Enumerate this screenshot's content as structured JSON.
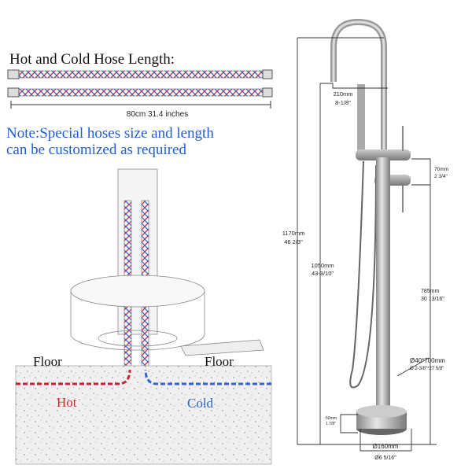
{
  "hose": {
    "title": "Hot and Cold Hose Length:",
    "length_label": "80cm  31.4 inches",
    "note_line1": "Note:Special hoses size and length",
    "note_line2": "can be customized as required"
  },
  "install": {
    "floor_left": "Floor",
    "floor_right": "Floor",
    "hot": "Hot",
    "cold": "Cold"
  },
  "faucet": {
    "total_height_mm": "1170mm",
    "total_height_in": "46 2/3\"",
    "spout_height_mm": "1050mm",
    "spout_height_in": "43-3/10\"",
    "spout_reach_mm": "210mm",
    "spout_reach_in": "8-1/8\"",
    "handle_spacing_mm": "70mm",
    "handle_spacing_in": "2 3/4\"",
    "handle_height_mm": "785mm",
    "handle_height_in": "30 13/16\"",
    "pipe_mm": "Ø40*700mm",
    "pipe_in": "Ø 2-3/8\"*27 5/8\"",
    "base_height_mm": "50mm",
    "base_height_in": "1 7/8\"",
    "base_dia_mm": "Ø160mm",
    "base_dia_in": "Ø6 5/16\""
  },
  "colors": {
    "note_blue": "#1f5fd6",
    "hot_red": "#d9262b",
    "cold_blue": "#2b63c8"
  }
}
